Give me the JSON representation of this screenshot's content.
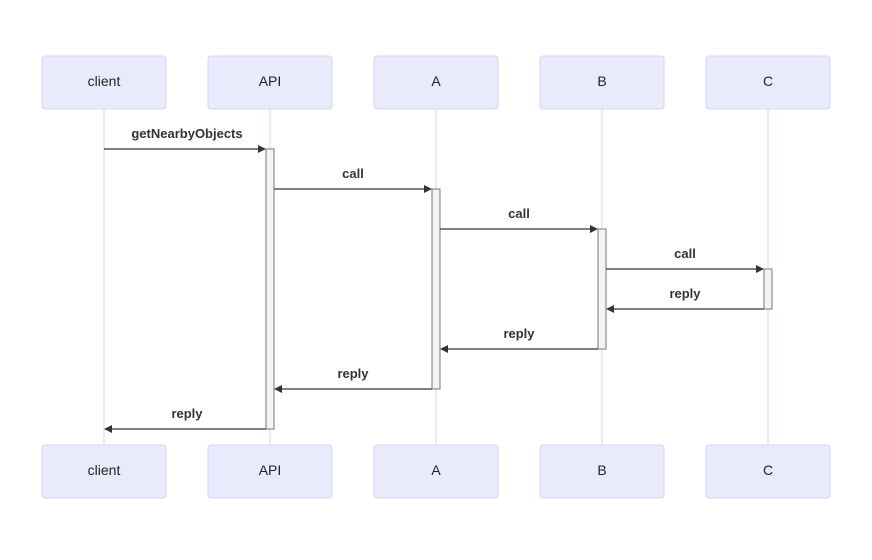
{
  "participants": [
    {
      "id": "client",
      "label": "client"
    },
    {
      "id": "API",
      "label": "API"
    },
    {
      "id": "A",
      "label": "A"
    },
    {
      "id": "B",
      "label": "B"
    },
    {
      "id": "C",
      "label": "C"
    }
  ],
  "messages": [
    {
      "from": "client",
      "to": "API",
      "label": "getNearbyObjects"
    },
    {
      "from": "API",
      "to": "A",
      "label": "call"
    },
    {
      "from": "A",
      "to": "B",
      "label": "call"
    },
    {
      "from": "B",
      "to": "C",
      "label": "call"
    },
    {
      "from": "C",
      "to": "B",
      "label": "reply"
    },
    {
      "from": "B",
      "to": "A",
      "label": "reply"
    },
    {
      "from": "A",
      "to": "API",
      "label": "reply"
    },
    {
      "from": "API",
      "to": "client",
      "label": "reply"
    }
  ]
}
